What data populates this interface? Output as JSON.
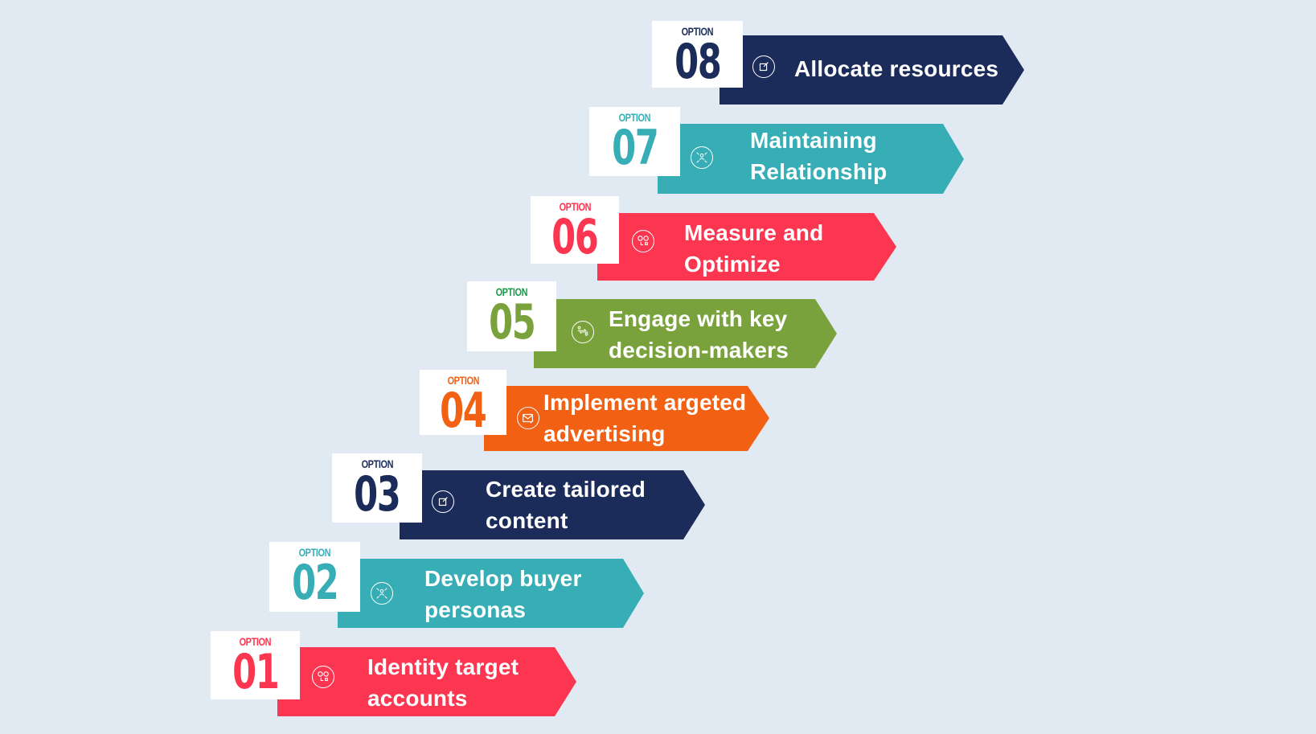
{
  "colors": {
    "background": "#e1e9f3",
    "navy": "#1b2c5a",
    "teal": "#37aeb5",
    "red": "#fc3650",
    "green": "#7aa23c",
    "orange": "#f26113"
  },
  "steps": [
    {
      "option_label": "OPTION",
      "number": "01",
      "text_line1": "Identity target",
      "text_line2": "accounts",
      "icon": "people-ideas-icon",
      "color": "#fc3650"
    },
    {
      "option_label": "OPTION",
      "number": "02",
      "text_line1": "Develop buyer",
      "text_line2": "personas",
      "icon": "network-people-icon",
      "color": "#37aeb5"
    },
    {
      "option_label": "OPTION",
      "number": "03",
      "text_line1": "Create tailored",
      "text_line2": "content",
      "icon": "edit-note-icon",
      "color": "#1b2c5a"
    },
    {
      "option_label": "OPTION",
      "number": "04",
      "text_line1": "Implement argeted",
      "text_line2": "advertising",
      "icon": "mail-edit-icon",
      "color": "#f26113"
    },
    {
      "option_label": "OPTION",
      "number": "05",
      "text_line1": "Engage with key",
      "text_line2": "decision-makers",
      "icon": "exchange-people-icon",
      "color": "#7aa23c"
    },
    {
      "option_label": "OPTION",
      "number": "06",
      "text_line1": "Measure and",
      "text_line2": "Optimize",
      "icon": "people-ideas-icon",
      "color": "#fc3650"
    },
    {
      "option_label": "OPTION",
      "number": "07",
      "text_line1": "Maintaining",
      "text_line2": "Relationship",
      "icon": "network-people-icon",
      "color": "#37aeb5"
    },
    {
      "option_label": "OPTION",
      "number": "08",
      "text_line1": "Allocate resources",
      "text_line2": "",
      "icon": "edit-note-icon",
      "color": "#1b2c5a"
    }
  ]
}
